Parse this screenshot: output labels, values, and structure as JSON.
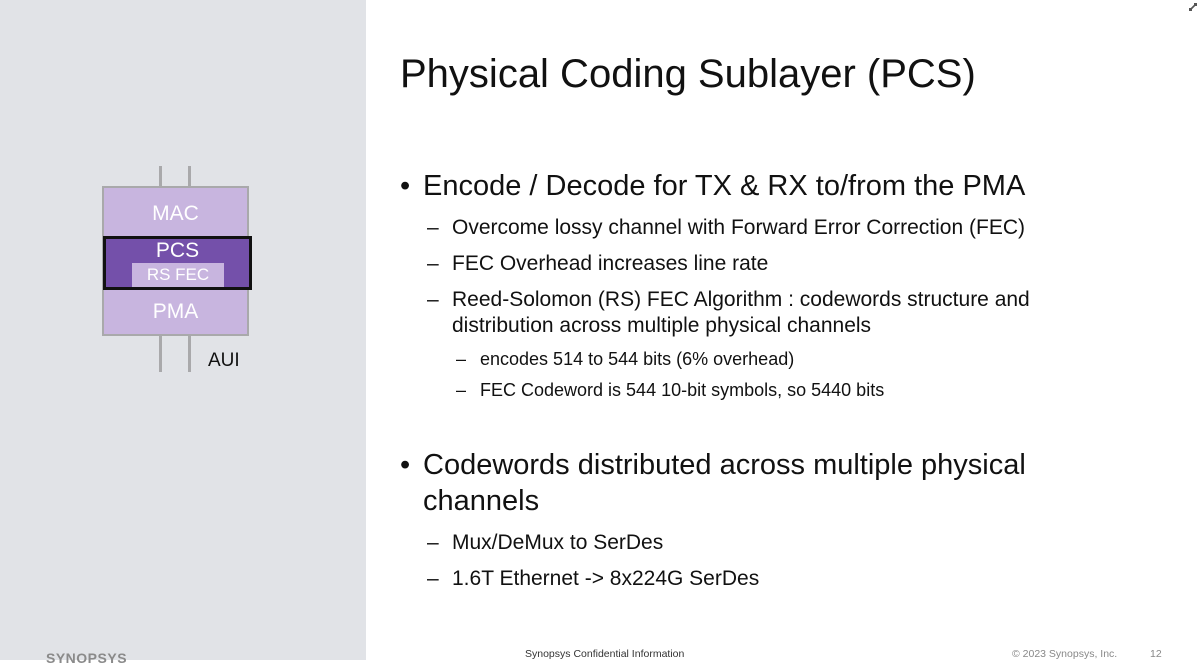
{
  "slide": {
    "title": "Physical Coding Sublayer (PCS)",
    "page_number": "12"
  },
  "diagram": {
    "layers": {
      "mac": "MAC",
      "pcs": "PCS",
      "rs_fec": "RS FEC",
      "pma": "PMA"
    },
    "interface_label": "AUI",
    "colors": {
      "light_layer": "#c8b5df",
      "pcs_layer": "#7450aa",
      "border": "#a9a9ab"
    }
  },
  "bullets": [
    {
      "text": "Encode / Decode for TX & RX to/from the PMA",
      "sub": [
        {
          "text": "Overcome lossy channel with Forward Error Correction (FEC)"
        },
        {
          "text": "FEC Overhead increases line rate"
        },
        {
          "text": "Reed-Solomon (RS) FEC Algorithm : codewords structure and distribution across multiple physical channels",
          "sub": [
            {
              "text": "encodes 514 to 544 bits (6% overhead)"
            },
            {
              "text": "FEC Codeword is 544 10-bit symbols, so 5440 bits"
            }
          ]
        }
      ]
    },
    {
      "text": "Codewords distributed across multiple physical channels",
      "sub": [
        {
          "text": "Mux/DeMux to SerDes"
        },
        {
          "text": "1.6T Ethernet -> 8x224G SerDes"
        }
      ]
    }
  ],
  "markers": {
    "bullet": "•",
    "dash": "–"
  },
  "footer": {
    "logo": "SYNOPSYS",
    "confidential": "Synopsys Confidential Information",
    "copyright": "© 2023 Synopsys, Inc.",
    "page": "12"
  },
  "icons": {
    "resize": "resize-handle-icon"
  }
}
